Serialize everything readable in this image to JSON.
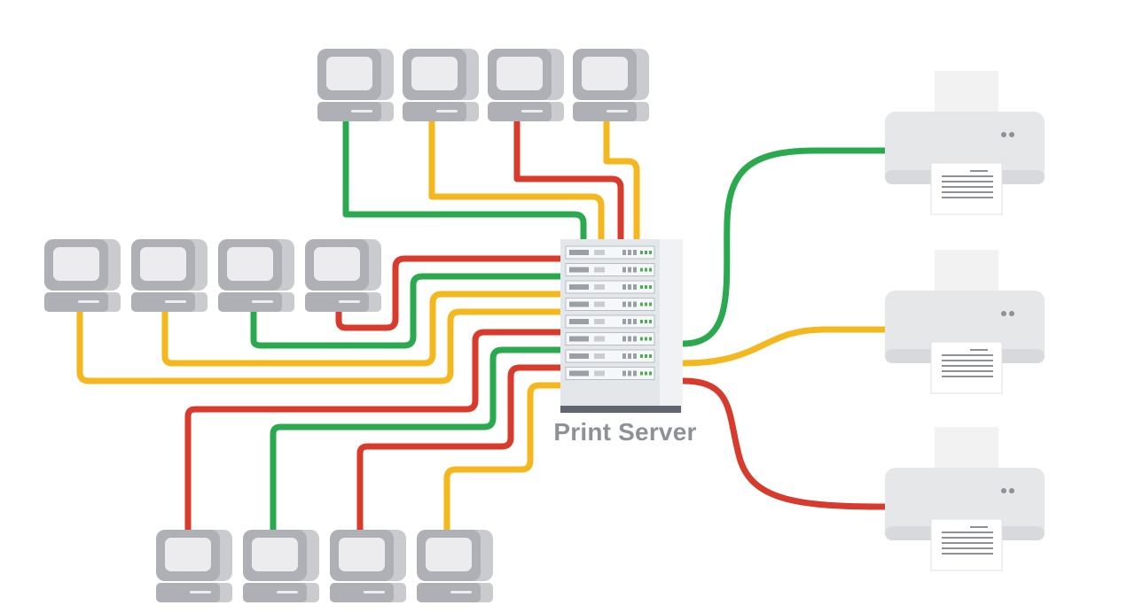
{
  "diagram": {
    "server_label": "Print Server",
    "colors": {
      "green": "#2aa94f",
      "yellow": "#f5b71e",
      "red": "#d83a2b",
      "computer_body": "#aeb0b5",
      "computer_shadow": "#c9cbcf",
      "computer_screen": "#ececee",
      "server_body": "#e4e7ea",
      "server_side": "#f1f2f4",
      "printer_body": "#e6e7e9",
      "paper": "#f2f2f3"
    },
    "computers": [
      {
        "id": "top-1",
        "group": "top",
        "cable": "green"
      },
      {
        "id": "top-2",
        "group": "top",
        "cable": "yellow"
      },
      {
        "id": "top-3",
        "group": "top",
        "cable": "red"
      },
      {
        "id": "top-4",
        "group": "top",
        "cable": "yellow"
      },
      {
        "id": "middle-1",
        "group": "middle",
        "cable": "yellow"
      },
      {
        "id": "middle-2",
        "group": "middle",
        "cable": "yellow"
      },
      {
        "id": "middle-3",
        "group": "middle",
        "cable": "green"
      },
      {
        "id": "middle-4",
        "group": "middle",
        "cable": "red"
      },
      {
        "id": "bottom-1",
        "group": "bottom",
        "cable": "red"
      },
      {
        "id": "bottom-2",
        "group": "bottom",
        "cable": "green"
      },
      {
        "id": "bottom-3",
        "group": "bottom",
        "cable": "red"
      },
      {
        "id": "bottom-4",
        "group": "bottom",
        "cable": "yellow"
      }
    ],
    "printers": [
      {
        "id": "printer-1",
        "cable": "green"
      },
      {
        "id": "printer-2",
        "cable": "yellow"
      },
      {
        "id": "printer-3",
        "cable": "red"
      }
    ]
  }
}
